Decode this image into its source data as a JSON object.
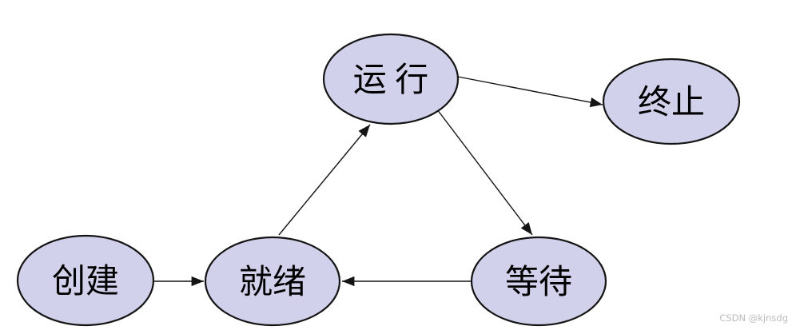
{
  "diagram": {
    "type": "state-diagram",
    "description": "Process state transition diagram (Chinese labels)",
    "node_fill": "#d1d1ec",
    "node_stroke": "#141414",
    "nodes": [
      {
        "id": "create",
        "label": "创建"
      },
      {
        "id": "ready",
        "label": "就绪"
      },
      {
        "id": "running",
        "label": "运 行"
      },
      {
        "id": "waiting",
        "label": "等待"
      },
      {
        "id": "terminated",
        "label": "终止"
      }
    ],
    "edges": [
      {
        "from": "create",
        "to": "ready"
      },
      {
        "from": "ready",
        "to": "running"
      },
      {
        "from": "running",
        "to": "terminated"
      },
      {
        "from": "running",
        "to": "waiting"
      },
      {
        "from": "waiting",
        "to": "ready"
      }
    ]
  },
  "watermark": {
    "text": "CSDN @kjnsdg",
    "color": "#bcbcbc"
  }
}
